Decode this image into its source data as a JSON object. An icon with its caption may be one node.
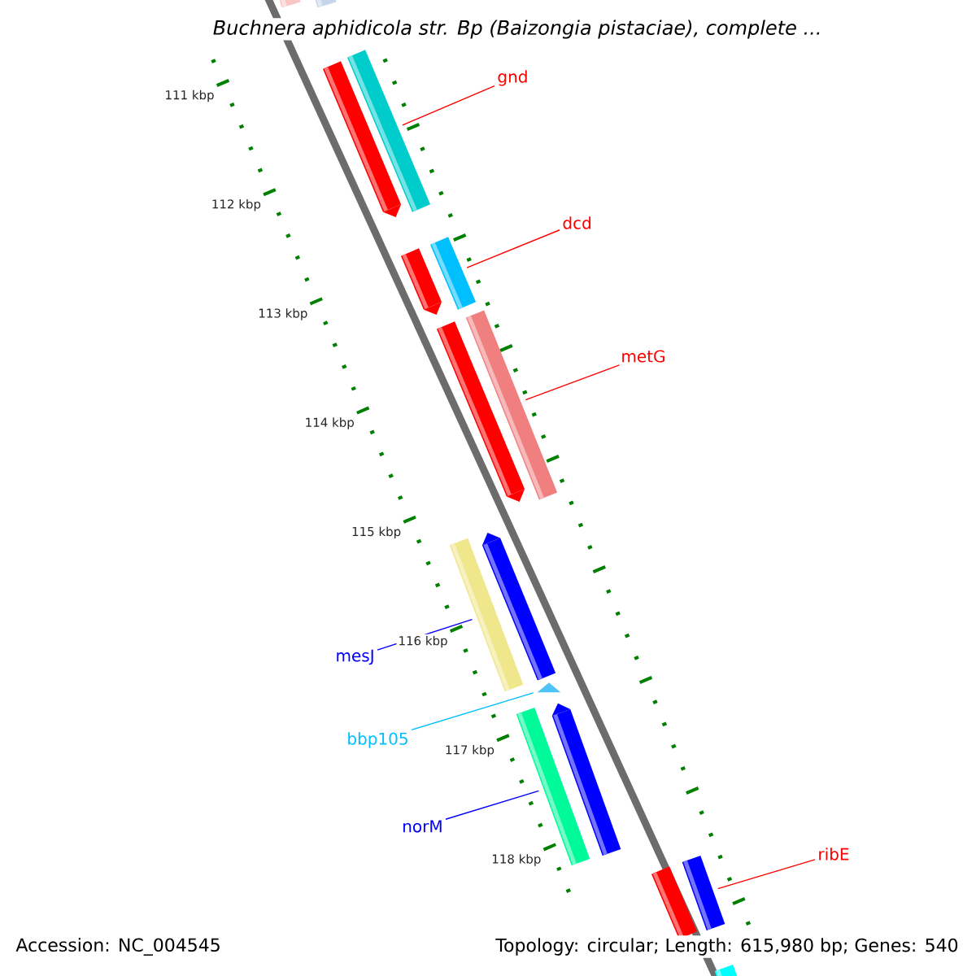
{
  "diagram": {
    "title": "Buchnera aphidicola str. Bp (Baizongia pistaciae), complete ...",
    "nodes": [
      {
        "text": [],
        "shape": "bar"
      },
      {
        "text": [],
        "shape": "bar"
      },
      {
        "text": [],
        "shape": "bar"
      },
      {
        "text": [],
        "shape": "bar"
      },
      {
        "text": [],
        "shape": "bar"
      },
      {
        "text": [],
        "shape": "bar"
      },
      {
        "text": [],
        "shape": "bar"
      },
      {
        "text": [],
        "shape": "bar"
      },
      {
        "text": [],
        "shape": "bar"
      },
      {
        "text": [],
        "shape": "bar"
      },
      {
        "text": [],
        "shape": "triangle"
      },
      {
        "text": [],
        "shape": "bar"
      },
      {
        "text": [],
        "shape": "bar"
      },
      {
        "text": [],
        "shape": "bar"
      },
      {
        "text": [],
        "shape": "bar"
      },
      {
        "text": [],
        "shape": "bar"
      },
      {
        "text": [
          "gnd"
        ]
      },
      {
        "text": [
          "dcd"
        ]
      },
      {
        "text": [
          "metG"
        ]
      },
      {
        "text": [
          "mesJ"
        ]
      },
      {
        "text": [
          "bbp105"
        ]
      },
      {
        "text": [
          "norM"
        ]
      },
      {
        "text": [
          "ribE"
        ]
      }
    ],
    "edges": [
      {
        "from": 16,
        "to": 3,
        "arrow": "none"
      },
      {
        "from": 17,
        "to": 5,
        "arrow": "none"
      },
      {
        "from": 18,
        "to": 7,
        "arrow": "none"
      },
      {
        "from": 19,
        "to": 8,
        "arrow": "none",
        "color": "#0000ff"
      },
      {
        "from": 20,
        "to": 10,
        "arrow": "none",
        "color": "#00bfff"
      },
      {
        "from": 21,
        "to": 11,
        "arrow": "none",
        "color": "#0000ff"
      },
      {
        "from": 22,
        "to": 14,
        "arrow": "none"
      }
    ],
    "labels": [
      "111 kbp",
      "112 kbp",
      "113 kbp",
      "114 kbp",
      "115 kbp",
      "116 kbp",
      "117 kbp",
      "118 kbp",
      "Accession: NC_004545",
      "Topology: circular; Length: 615,980 bp; Genes: 540"
    ]
  }
}
